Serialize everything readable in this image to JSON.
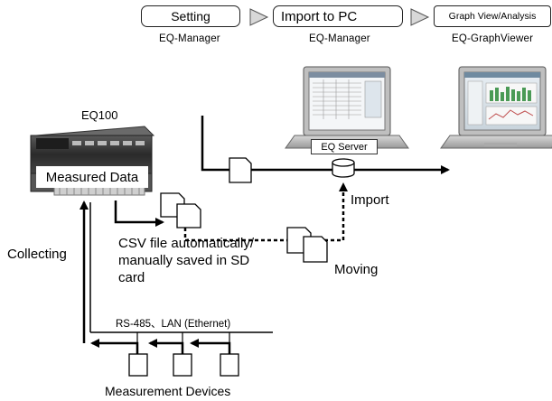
{
  "steps": [
    {
      "label": "Setting",
      "tool": "EQ-Manager"
    },
    {
      "label": "Import to PC",
      "tool": "EQ-Manager"
    },
    {
      "label": "Graph View/Analysis",
      "tool": "EQ-GraphViewer"
    }
  ],
  "device": {
    "model": "EQ100",
    "data_label": "Measured Data"
  },
  "server": {
    "label": "EQ Server"
  },
  "flow_labels": {
    "import": "Import",
    "moving": "Moving",
    "collecting": "Collecting",
    "csv_line1": "CSV file automatically/",
    "csv_line2": "manually saved in SD",
    "csv_line3": "card"
  },
  "network": {
    "label": "RS-485、LAN (Ethernet)"
  },
  "devices_label": "Measurement Devices"
}
